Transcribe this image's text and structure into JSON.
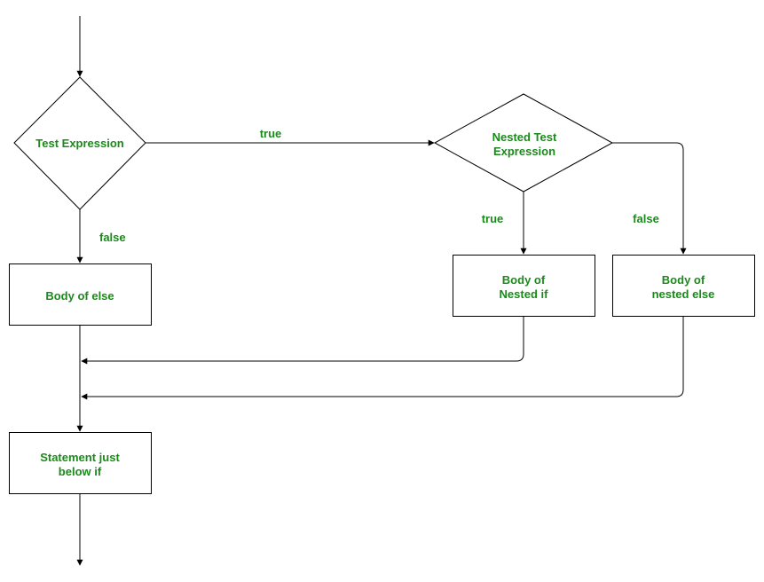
{
  "colors": {
    "text": "#1a8a1a",
    "stroke": "#000000",
    "fill": "#ffffff"
  },
  "nodes": {
    "test_expression": "Test Expression",
    "nested_test_line1": "Nested Test",
    "nested_test_line2": "Expression",
    "body_else": "Body of else",
    "body_nested_if_line1": "Body of",
    "body_nested_if_line2": "Nested if",
    "body_nested_else_line1": "Body of",
    "body_nested_else_line2": "nested else",
    "statement_line1": "Statement just",
    "statement_line2": "below if"
  },
  "edges": {
    "true_main": "true",
    "false_main": "false",
    "true_nested": "true",
    "false_nested": "false"
  }
}
